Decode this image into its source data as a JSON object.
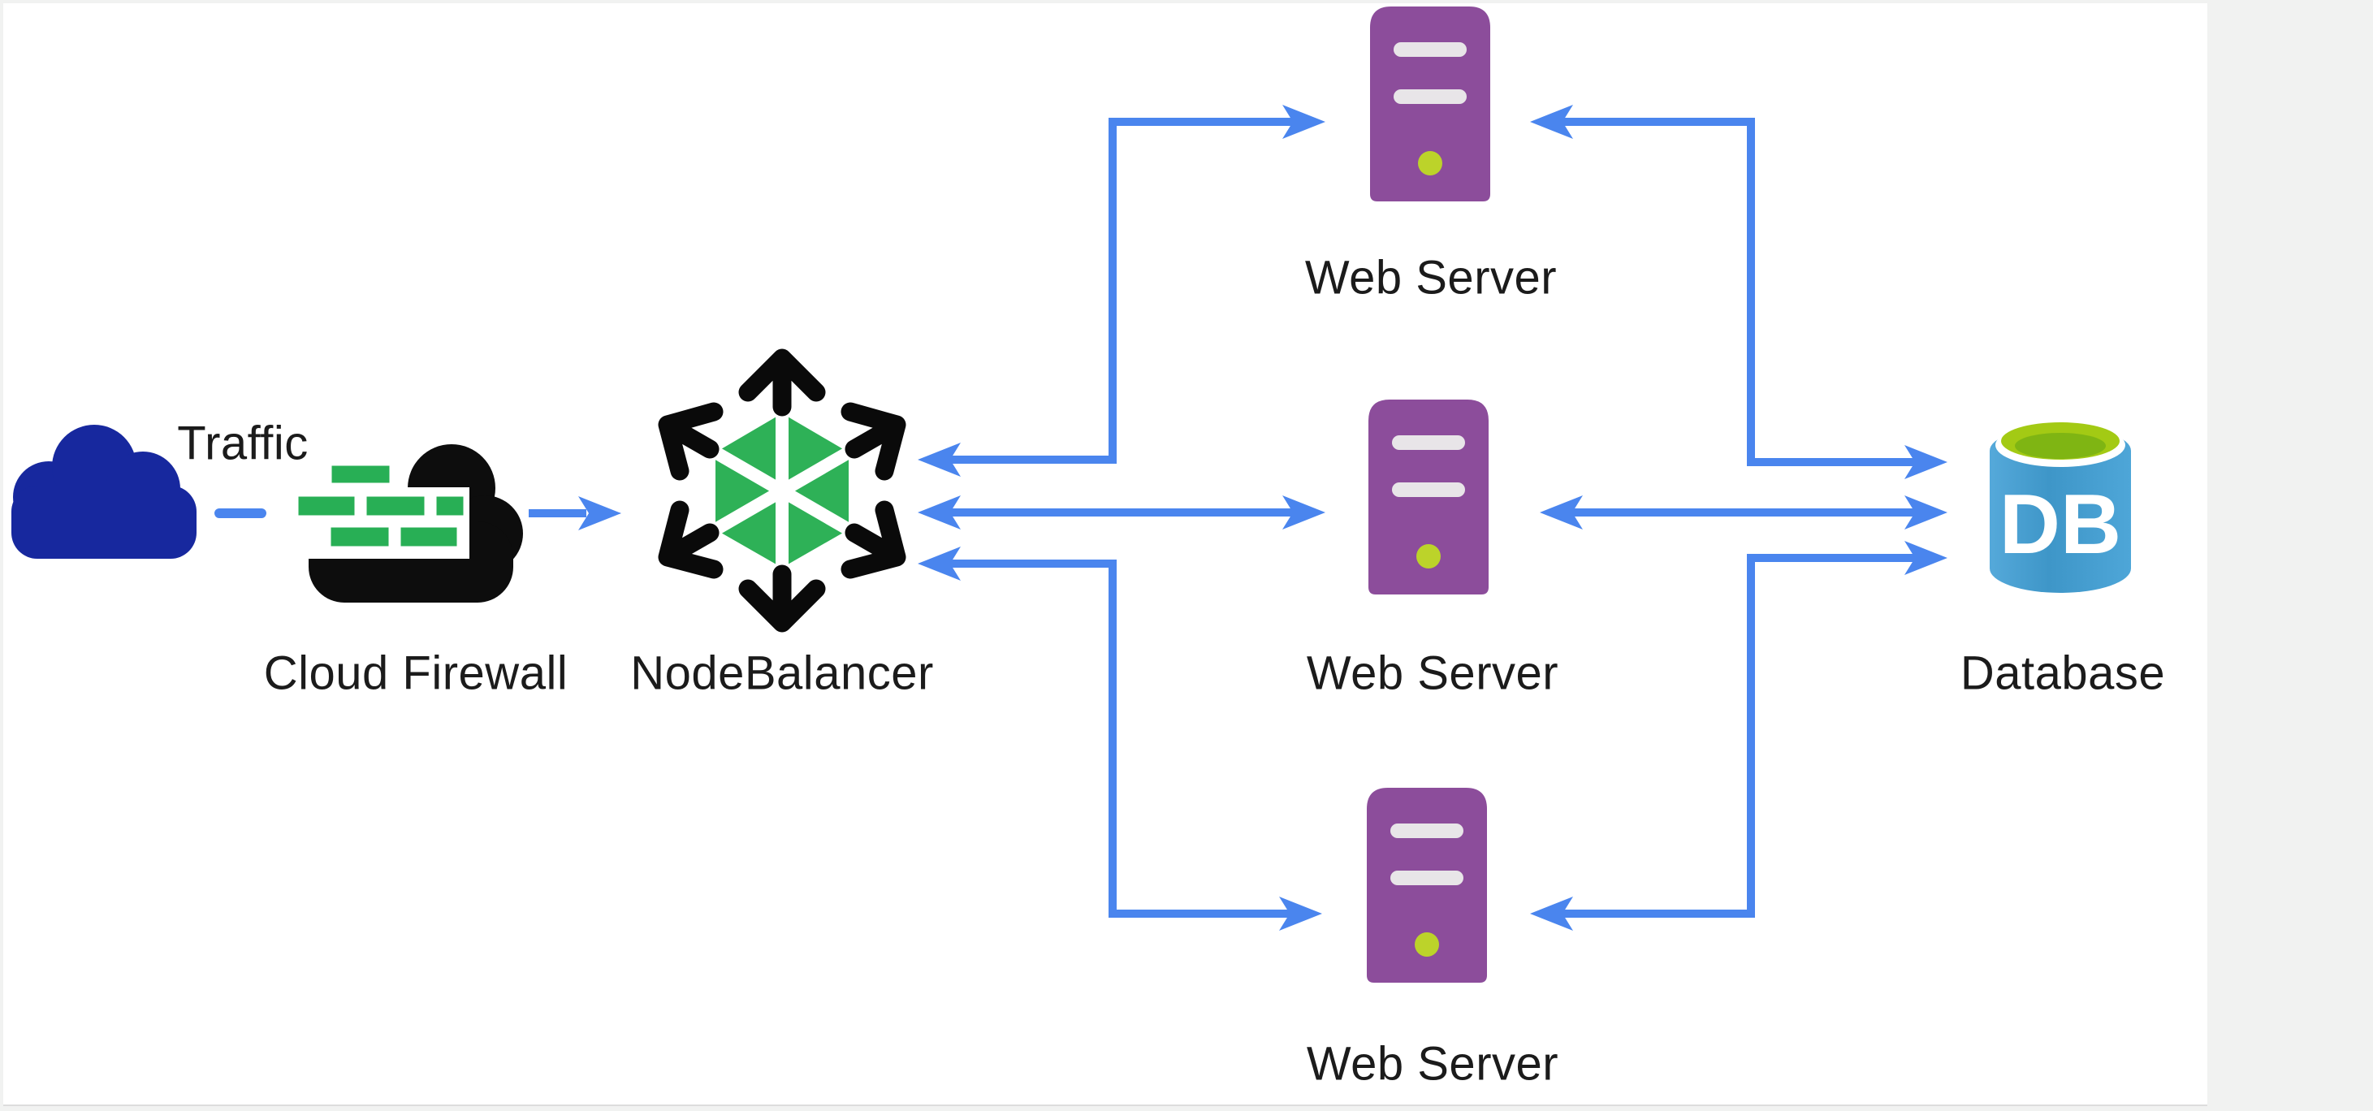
{
  "page": {
    "title": "Load balanced web application architecture diagram"
  },
  "colors": {
    "page_background": "#F1F2F1",
    "canvas_surface": "#FFFFFF",
    "arrow_blue": "#4A85EE",
    "traffic_cloud_navy": "#17289E",
    "firewall_cloud_black": "#0D0D0D",
    "brick_green": "#28AF55",
    "balancer_arrow_black": "#0A0A0A",
    "balancer_hex_green": "#2EB157",
    "server_purple": "#8C4D9B",
    "server_slot_gray": "#E8E5E8",
    "server_led_green": "#BCD32A",
    "db_body_blue": "#4EA6D8",
    "db_body_blue_dark": "#3E96C8",
    "db_body_blue_light": "#55A9DA",
    "db_top_lime": "#A3CA14",
    "db_top_lime_dark": "#7FB513",
    "db_letter_white": "#FFFFFF",
    "label_text": "#1B1B1B"
  },
  "nodes": {
    "traffic": {
      "label": "Traffic",
      "icon": "cloud-icon"
    },
    "firewall": {
      "label": "Cloud Firewall",
      "icon": "firewall-brick-cloud-icon"
    },
    "nodebalancer": {
      "label": "NodeBalancer",
      "icon": "nodebalancer-hexagon-icon"
    },
    "web_server_top": {
      "label": "Web Server",
      "icon": "server-tower-icon"
    },
    "web_server_middle": {
      "label": "Web Server",
      "icon": "server-tower-icon"
    },
    "web_server_bottom": {
      "label": "Web Server",
      "icon": "server-tower-icon"
    },
    "database": {
      "label": "Database",
      "badge": "DB",
      "icon": "database-cylinder-icon"
    }
  },
  "connections": [
    {
      "from": "Traffic",
      "to": "Cloud Firewall",
      "style": "dashed",
      "arrows": "none"
    },
    {
      "from": "Cloud Firewall",
      "to": "NodeBalancer",
      "style": "solid",
      "arrows": "forward"
    },
    {
      "from": "NodeBalancer",
      "to": "Web Server (top)",
      "style": "solid",
      "arrows": "both"
    },
    {
      "from": "NodeBalancer",
      "to": "Web Server (middle)",
      "style": "solid",
      "arrows": "both"
    },
    {
      "from": "NodeBalancer",
      "to": "Web Server (bottom)",
      "style": "solid",
      "arrows": "both"
    },
    {
      "from": "Web Server (top)",
      "to": "Database",
      "style": "solid",
      "arrows": "both"
    },
    {
      "from": "Web Server (middle)",
      "to": "Database",
      "style": "solid",
      "arrows": "both"
    },
    {
      "from": "Web Server (bottom)",
      "to": "Database",
      "style": "solid",
      "arrows": "both"
    }
  ]
}
